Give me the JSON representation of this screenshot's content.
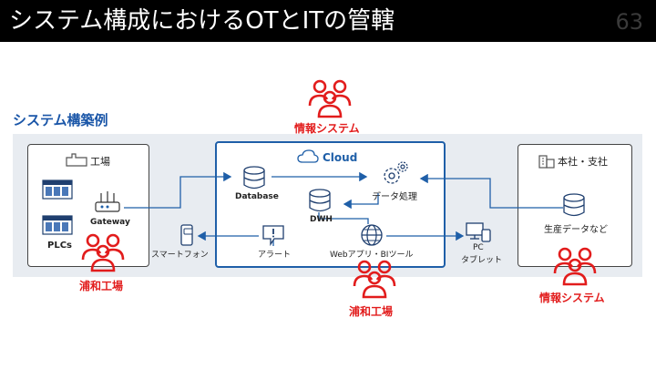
{
  "slide": {
    "title": "システム構成におけるOTとITの管轄",
    "page_number": "63"
  },
  "diagram": {
    "caption": "システム構築例",
    "factory": {
      "header": "工場",
      "plcs": "PLCs",
      "gateway": "Gateway"
    },
    "cloud": {
      "header": "Cloud",
      "database": "Database",
      "dwh": "DWH",
      "data_processing": "データ処理",
      "alert": "アラート",
      "web_bi": "Webアプリ・BIツール"
    },
    "hq": {
      "header": "本社・支社",
      "production_data": "生産データなど"
    },
    "outside": {
      "smartphone": "スマートフォン",
      "pc": "PC",
      "tablet": "タブレット"
    },
    "owners": {
      "top": "情報システム",
      "factory": "浦和工場",
      "bottom_center": "浦和工場",
      "hq": "情報システム"
    },
    "colors": {
      "it_red": "#e21c1c",
      "cloud_blue": "#1f5fa8",
      "band": "#e8ecf1"
    }
  }
}
